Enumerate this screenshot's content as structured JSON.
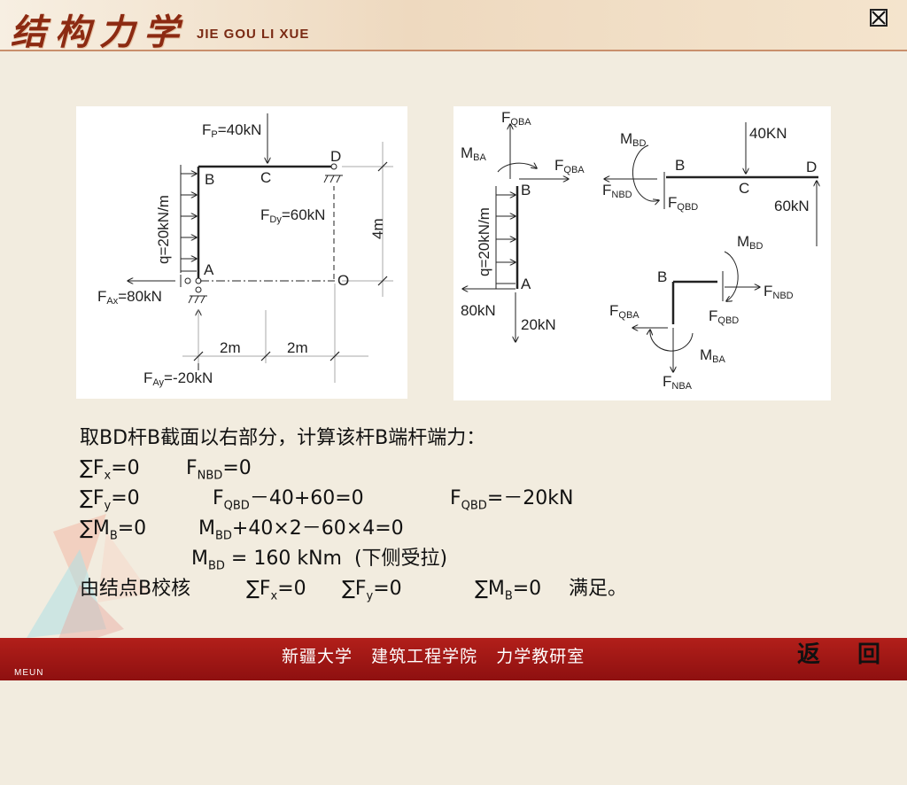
{
  "header": {
    "logo_cn": "结构力学",
    "logo_pinyin": "JIE GOU LI XUE",
    "close_icon": "close-icon"
  },
  "diagram_left": {
    "fp": "F",
    "fp_sub": "P",
    "fp_val": "=40kN",
    "q": "q=20kN/m",
    "point_b": "B",
    "point_c": "C",
    "point_d": "D",
    "point_a": "A",
    "point_o": "O",
    "fdy": "F",
    "fdy_sub": "Dy",
    "fdy_val": "=60kN",
    "height": "4m",
    "fax": "F",
    "fax_sub": "Ax",
    "fax_val": "=80kN",
    "fay": "F",
    "fay_sub": "Ay",
    "fay_val": "=-20kN",
    "dim1": "2m",
    "dim2": "2m"
  },
  "diagram_right": {
    "fqba_top": "F",
    "fqba_top_sub": "QBA",
    "mba": "M",
    "mba_sub": "BA",
    "fqba_right": "F",
    "fqba_right_sub": "QBA",
    "b1": "B",
    "q": "q=20kN/m",
    "a": "A",
    "f80": "80kN",
    "f20": "20kN",
    "mbd": "M",
    "mbd_sub": "BD",
    "fnbd": "F",
    "fnbd_sub": "NBD",
    "fqbd": "F",
    "fqbd_sub": "QBD",
    "b2": "B",
    "c": "C",
    "d": "D",
    "load40": "40KN",
    "load60": "60kN",
    "mbd2": "M",
    "mbd2_sub": "BD",
    "b3": "B",
    "fnbd2": "F",
    "fnbd2_sub": "NBD",
    "fqbd2": "F",
    "fqbd2_sub": "QBD",
    "fqba2": "F",
    "fqba2_sub": "QBA",
    "mba2": "M",
    "mba2_sub": "BA",
    "fnba": "F",
    "fnba_sub": "NBA"
  },
  "calc": {
    "l1": "取BD杆B截面以右部分，计算该杆B端杆端力：",
    "l2a_pre": "∑F",
    "l2a_sub": "x",
    "l2a_post": "=0",
    "l2b_pre": "F",
    "l2b_sub": "NBD",
    "l2b_post": "=0",
    "l3a_pre": "∑F",
    "l3a_sub": "y",
    "l3a_post": "=0",
    "l3b_pre": "F",
    "l3b_sub": "QBD",
    "l3b_post": "－40+60=0",
    "l3c_pre": "F",
    "l3c_sub": "QBD",
    "l3c_post": "=－20kN",
    "l4a_pre": "∑M",
    "l4a_sub": "B",
    "l4a_post": "=0",
    "l4b_pre": "M",
    "l4b_sub": "BD",
    "l4b_post": "+40×2－60×4=0",
    "l5_pre": "M",
    "l5_sub": "BD",
    "l5_post": " = 160 kNm  (下侧受拉)",
    "l6_pre": "由结点B校核",
    "l6a_pre": "∑F",
    "l6a_sub": "x",
    "l6a_post": "=0",
    "l6b_pre": "∑F",
    "l6b_sub": "y",
    "l6b_post": "=0",
    "l6c_pre": "∑M",
    "l6c_sub": "B",
    "l6c_post": "=0",
    "l6_end": "满足。"
  },
  "footer": {
    "text": "新疆大学   建筑工程学院   力学教研室",
    "back_label": "返",
    "return_label": "回",
    "menu_label": "MEUN"
  }
}
